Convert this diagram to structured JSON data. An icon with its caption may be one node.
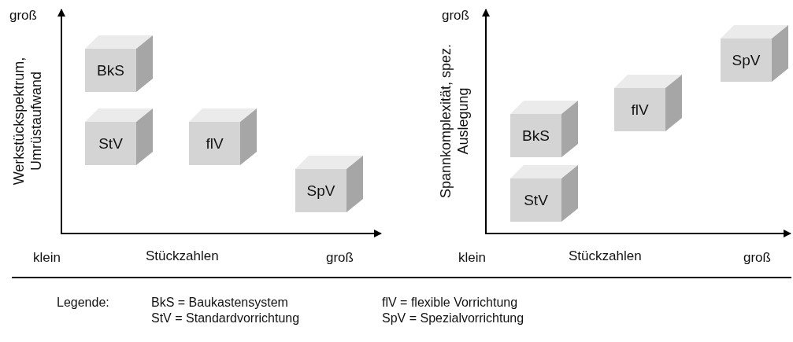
{
  "diagram": {
    "nodes": [
      {
        "text": [
          "BkS"
        ]
      },
      {
        "text": [
          "StV"
        ]
      },
      {
        "text": [
          "flV"
        ]
      },
      {
        "text": [
          "SpV"
        ]
      },
      {
        "text": [
          "SpV"
        ]
      },
      {
        "text": [
          "flV"
        ]
      },
      {
        "text": [
          "BkS"
        ]
      },
      {
        "text": [
          "StV"
        ]
      }
    ],
    "labels": [
      "groß",
      "Werkstückspektrum, Umrüstaufwand",
      "klein",
      "Stückzahlen",
      "groß",
      "groß",
      "Spannkomplexität, spez. Auslegung",
      "klein",
      "Stückzahlen",
      "groß",
      "Legende:",
      "BkS = Baukastensystem",
      "flV = flexible Vorrichtung",
      "StV = Standardvorrichtung",
      "SpV = Spezialvorrichtung"
    ]
  }
}
